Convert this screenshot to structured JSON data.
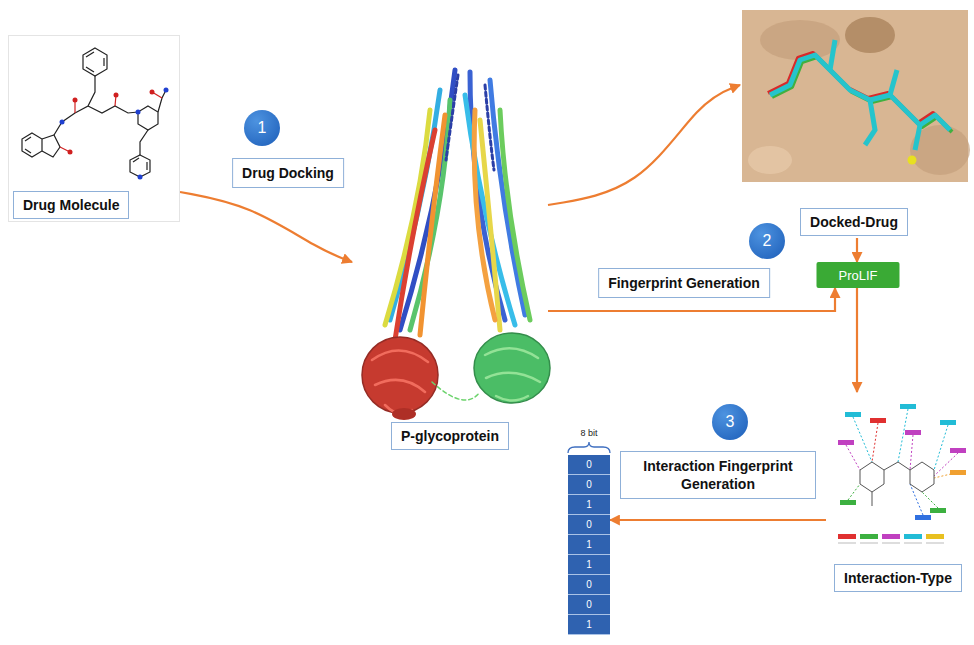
{
  "diagram": {
    "nodes": [
      {
        "text": [
          "Drug Molecule"
        ]
      },
      {
        "text": [
          "1"
        ]
      },
      {
        "text": [
          "Drug Docking"
        ]
      },
      {
        "text": [
          "P-glycoprotein"
        ]
      },
      {
        "text": [
          "Docked-Drug"
        ]
      },
      {
        "text": [
          "2"
        ]
      },
      {
        "text": [
          "Fingerprint Generation"
        ]
      },
      {
        "text": [
          "ProLIF"
        ]
      },
      {
        "text": [
          "3"
        ]
      },
      {
        "text": [
          "Interaction Fingerprint Generation"
        ]
      },
      {
        "text": [
          "Interaction-Type"
        ]
      },
      {
        "text": [
          "8 bit",
          "0",
          "0",
          "1",
          "0",
          "1",
          "1",
          "0",
          "0",
          "1"
        ]
      }
    ],
    "edges": [
      {
        "from": 0,
        "to": 3,
        "arrow": "to"
      },
      {
        "from": 3,
        "to": 4,
        "arrow": "to"
      },
      {
        "from": 4,
        "to": 7,
        "arrow": "to"
      },
      {
        "from": 3,
        "to": 7,
        "arrow": "to"
      },
      {
        "from": 7,
        "to": 10,
        "arrow": "to"
      },
      {
        "from": 10,
        "to": 11,
        "arrow": "to"
      }
    ]
  }
}
